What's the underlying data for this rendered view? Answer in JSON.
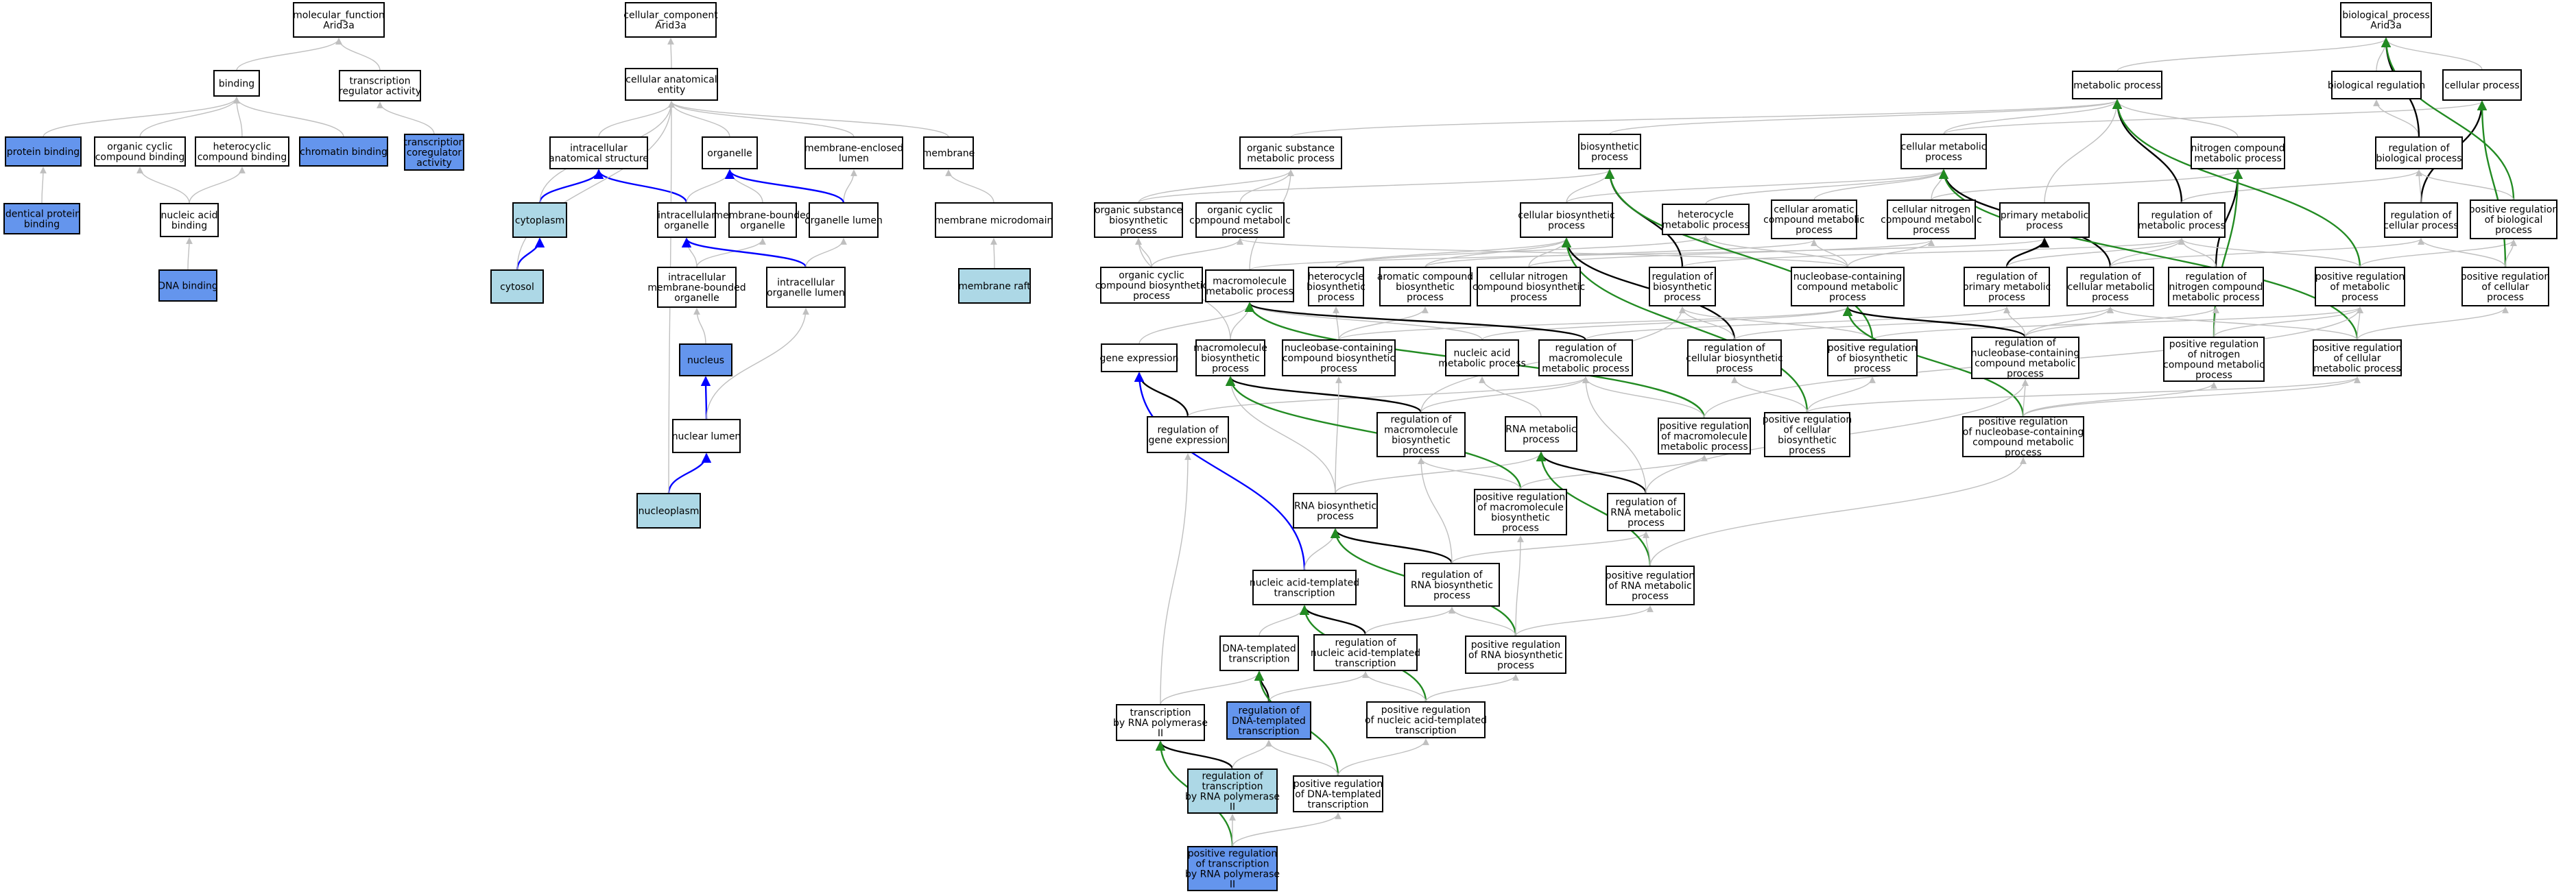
{
  "colors": {
    "plain": "#ffffff",
    "light": "#add8e6",
    "dark": "#6495ed",
    "edge_gray": "#bfbfbf",
    "edge_black": "#000000",
    "edge_blue": "#0000ff",
    "edge_green": "#228b22"
  },
  "nodes": {
    "mf_root": [
      "molecular_function",
      "Arid3a"
    ],
    "binding": [
      "binding"
    ],
    "tra": [
      "transcription",
      "regulator activity"
    ],
    "protein_binding": [
      "protein binding"
    ],
    "ocb": [
      "organic cyclic",
      "compound binding"
    ],
    "hcb": [
      "heterocyclic",
      "compound binding"
    ],
    "chromatin_binding": [
      "chromatin binding"
    ],
    "tcoreg": [
      "transcription",
      "coregulator",
      "activity"
    ],
    "identical_pb": [
      "identical protein",
      "binding"
    ],
    "nab": [
      "nucleic acid",
      "binding"
    ],
    "dna_binding": [
      "DNA binding"
    ],
    "cc_root": [
      "cellular_component",
      "Arid3a"
    ],
    "cae": [
      "cellular anatomical",
      "entity"
    ],
    "ias": [
      "intracellular",
      "anatomical structure"
    ],
    "organelle": [
      "organelle"
    ],
    "mel": [
      "membrane-enclosed",
      "lumen"
    ],
    "membrane": [
      "membrane"
    ],
    "cytoplasm": [
      "cytoplasm"
    ],
    "io": [
      "intracellular",
      "organelle"
    ],
    "mbo": [
      "membrane-bounded",
      "organelle"
    ],
    "ol": [
      "organelle lumen"
    ],
    "mmd": [
      "membrane microdomain"
    ],
    "cytosol": [
      "cytosol"
    ],
    "imbo": [
      "intracellular",
      "membrane-bounded",
      "organelle"
    ],
    "iol": [
      "intracellular",
      "organelle lumen"
    ],
    "raft": [
      "membrane raft"
    ],
    "nucleus": [
      "nucleus"
    ],
    "nlumen": [
      "nuclear lumen"
    ],
    "nucleoplasm": [
      "nucleoplasm"
    ],
    "bp_root": [
      "biological_process",
      "Arid3a"
    ],
    "metab": [
      "metabolic process"
    ],
    "bio_reg": [
      "biological regulation"
    ],
    "cell_proc": [
      "cellular process"
    ],
    "osmp": [
      "organic substance",
      "metabolic process"
    ],
    "biosyn": [
      "biosynthetic",
      "process"
    ],
    "cmp": [
      "cellular metabolic",
      "process"
    ],
    "ncmp": [
      "nitrogen compound",
      "metabolic process"
    ],
    "rbp": [
      "regulation of",
      "biological process"
    ],
    "osbp": [
      "organic substance",
      "biosynthetic",
      "process"
    ],
    "occmp": [
      "organic cyclic",
      "compound metabolic",
      "process"
    ],
    "cbp": [
      "cellular biosynthetic",
      "process"
    ],
    "hmp": [
      "heterocycle",
      "metabolic process"
    ],
    "cacmp": [
      "cellular aromatic",
      "compound metabolic",
      "process"
    ],
    "cncmp": [
      "cellular nitrogen",
      "compound metabolic",
      "process"
    ],
    "pmp": [
      "primary metabolic",
      "process"
    ],
    "rmp": [
      "regulation of",
      "metabolic process"
    ],
    "rcp": [
      "regulation of",
      "cellular process"
    ],
    "prbp": [
      "positive regulation",
      "of biological",
      "process"
    ],
    "occbp": [
      "organic cyclic",
      "compound biosynthetic",
      "process"
    ],
    "mmp": [
      "macromolecule",
      "metabolic process"
    ],
    "hbp": [
      "heterocycle",
      "biosynthetic",
      "process"
    ],
    "acbp": [
      "aromatic compound",
      "biosynthetic",
      "process"
    ],
    "cncbp": [
      "cellular nitrogen",
      "compound biosynthetic",
      "process"
    ],
    "rbsp": [
      "regulation of",
      "biosynthetic",
      "process"
    ],
    "nbcmp": [
      "nucleobase-containing",
      "compound metabolic",
      "process"
    ],
    "rpmp": [
      "regulation of",
      "primary metabolic",
      "process"
    ],
    "rcmp": [
      "regulation of",
      "cellular metabolic",
      "process"
    ],
    "rncmp": [
      "regulation of",
      "nitrogen compound",
      "metabolic process"
    ],
    "prmp": [
      "positive regulation",
      "of metabolic",
      "process"
    ],
    "prcp": [
      "positive regulation",
      "of cellular",
      "process"
    ],
    "gene_expr": [
      "gene expression"
    ],
    "mbp": [
      "macromolecule",
      "biosynthetic",
      "process"
    ],
    "nbcbp": [
      "nucleobase-containing",
      "compound biosynthetic",
      "process"
    ],
    "namp": [
      "nucleic acid",
      "metabolic process"
    ],
    "rmmp": [
      "regulation of",
      "macromolecule",
      "metabolic process"
    ],
    "rcbp": [
      "regulation of",
      "cellular biosynthetic",
      "process"
    ],
    "prbsp": [
      "positive regulation",
      "of biosynthetic",
      "process"
    ],
    "rnbcmp": [
      "regulation of",
      "nucleobase-containing",
      "compound metabolic",
      "process"
    ],
    "prncmp": [
      "positive regulation",
      "of nitrogen",
      "compound metabolic",
      "process"
    ],
    "prcmp": [
      "positive regulation",
      "of cellular",
      "metabolic process"
    ],
    "rge": [
      "regulation of",
      "gene expression"
    ],
    "rmbp": [
      "regulation of",
      "macromolecule",
      "biosynthetic",
      "process"
    ],
    "rnamp": [
      "RNA metabolic",
      "process"
    ],
    "prmmp": [
      "positive regulation",
      "of macromolecule",
      "metabolic process"
    ],
    "prcbp": [
      "positive regulation",
      "of cellular",
      "biosynthetic",
      "process"
    ],
    "prnbcmp": [
      "positive regulation",
      "of nucleobase-containing",
      "compound metabolic",
      "process"
    ],
    "rnabp": [
      "RNA biosynthetic",
      "process"
    ],
    "prmbp": [
      "positive regulation",
      "of macromolecule",
      "biosynthetic",
      "process"
    ],
    "rrnamp": [
      "regulation of",
      "RNA metabolic",
      "process"
    ],
    "natt": [
      "nucleic acid-templated",
      "transcription"
    ],
    "rrnabp": [
      "regulation of",
      "RNA biosynthetic",
      "process"
    ],
    "prrnamp": [
      "positive regulation",
      "of RNA metabolic",
      "process"
    ],
    "dtt": [
      "DNA-templated",
      "transcription"
    ],
    "rnatt": [
      "regulation of",
      "nucleic acid-templated",
      "transcription"
    ],
    "prrnabp": [
      "positive regulation",
      "of RNA biosynthetic",
      "process"
    ],
    "trp2": [
      "transcription",
      "by RNA polymerase",
      "II"
    ],
    "rdtt": [
      "regulation of",
      "DNA-templated",
      "transcription"
    ],
    "prnatt": [
      "positive regulation",
      "of nucleic acid-templated",
      "transcription"
    ],
    "rtrp2": [
      "regulation of",
      "transcription",
      "by RNA polymerase",
      "II"
    ],
    "prdtt": [
      "positive regulation",
      "of DNA-templated",
      "transcription"
    ],
    "prtrp2": [
      "positive regulation",
      "of transcription",
      "by RNA polymerase",
      "II"
    ]
  }
}
